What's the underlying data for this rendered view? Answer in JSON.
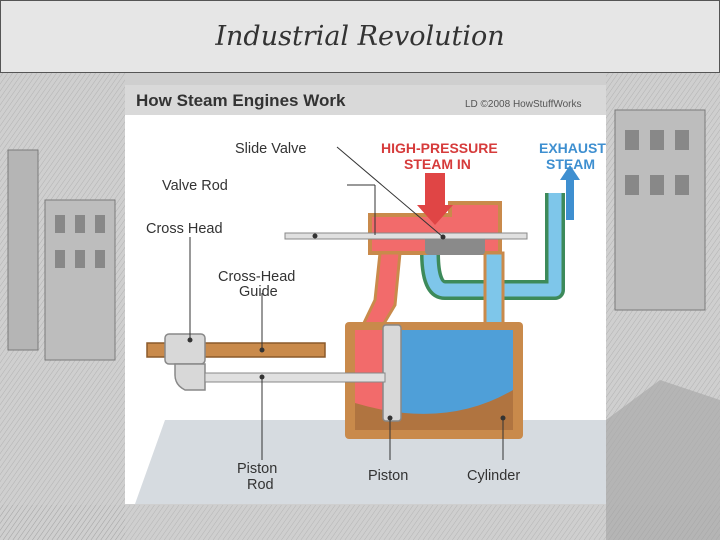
{
  "slide": {
    "title": "Industrial Revolution"
  },
  "diagram": {
    "title": "How Steam Engines Work",
    "credit": "LD ©2008 HowStuffWorks",
    "labels": {
      "slide_valve": "Slide Valve",
      "valve_rod": "Valve Rod",
      "cross_head": "Cross Head",
      "cross_head_guide_1": "Cross-Head",
      "cross_head_guide_2": "Guide",
      "high_pressure_1": "HIGH-PRESSURE",
      "high_pressure_2": "STEAM IN",
      "exhaust_1": "EXHAUST",
      "exhaust_2": "STEAM",
      "piston_rod_1": "Piston",
      "piston_rod_2": "Rod",
      "piston": "Piston",
      "cylinder": "Cylinder"
    },
    "colors": {
      "high_pressure_steam": "#f26b6b",
      "exhaust_steam": "#7ec6ea",
      "cylinder_body": "#c98a4b",
      "exhaust_pipe": "#3d8a5a",
      "header_bar": "#d9d9d9"
    }
  }
}
